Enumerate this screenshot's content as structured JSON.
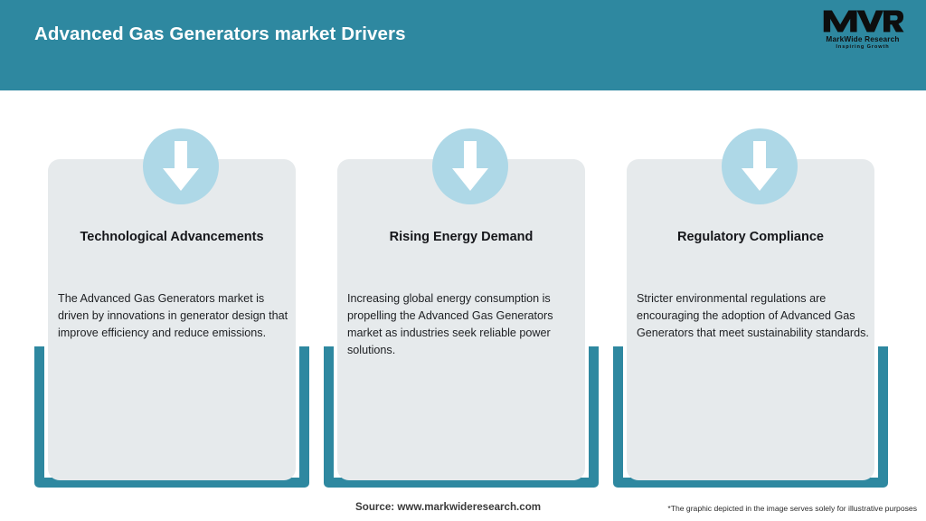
{
  "header": {
    "title": "Advanced Gas Generators market Drivers",
    "background_color": "#2e88a0",
    "title_color": "#ffffff"
  },
  "logo": {
    "mark": "MWR",
    "name": "MarkWide Research",
    "tagline": "Inspiring Growth"
  },
  "theme": {
    "accent_teal": "#2e88a0",
    "card_background": "#e6eaec",
    "icon_circle": "#aed8e7",
    "arrow_color": "#ffffff"
  },
  "cards": [
    {
      "icon": "down-arrow-icon",
      "title": "Technological Advancements",
      "body": "The Advanced Gas Generators market is driven by innovations in generator design that improve efficiency and reduce emissions."
    },
    {
      "icon": "down-arrow-icon",
      "title": "Rising Energy Demand",
      "body": "Increasing global energy consumption is propelling the Advanced Gas Generators market as industries seek reliable power solutions."
    },
    {
      "icon": "down-arrow-icon",
      "title": "Regulatory Compliance",
      "body": "Stricter environmental regulations are encouraging the adoption of Advanced Gas Generators that meet sustainability standards."
    }
  ],
  "footer": {
    "source": "Source: www.markwideresearch.com",
    "disclaimer": "*The graphic depicted in the image serves solely for illustrative purposes"
  }
}
